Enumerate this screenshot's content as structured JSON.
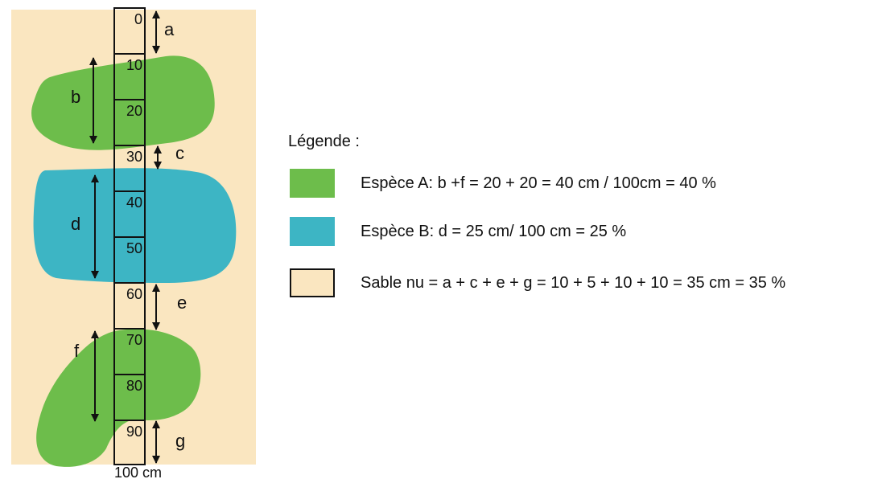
{
  "colors": {
    "sand": "#FAE6C0",
    "species_a": "#6DBD4B",
    "species_b": "#3DB5C4",
    "stroke": "#111111",
    "background": "#FFFFFF"
  },
  "transect": {
    "ticks": [
      "0",
      "10",
      "20",
      "30",
      "40",
      "50",
      "60",
      "70",
      "80",
      "90"
    ],
    "end_label": "100 cm",
    "segment_letters": {
      "a": "a",
      "b": "b",
      "c": "c",
      "d": "d",
      "e": "e",
      "f": "f",
      "g": "g"
    }
  },
  "legend": {
    "title": "Légende :",
    "items": [
      {
        "key": "species_a",
        "swatch_color": "#6DBD4B",
        "label": "Espèce A: b +f = 20 + 20 = 40 cm / 100cm = 40 %"
      },
      {
        "key": "species_b",
        "swatch_color": "#3DB5C4",
        "label": "Espèce B: d = 25 cm/ 100 cm = 25 %"
      },
      {
        "key": "bare_sand",
        "swatch_color": "#FAE6C0",
        "label": "Sable nu = a + c + e + g = 10 + 5 + 10 + 10 = 35 cm = 35 %"
      }
    ]
  }
}
